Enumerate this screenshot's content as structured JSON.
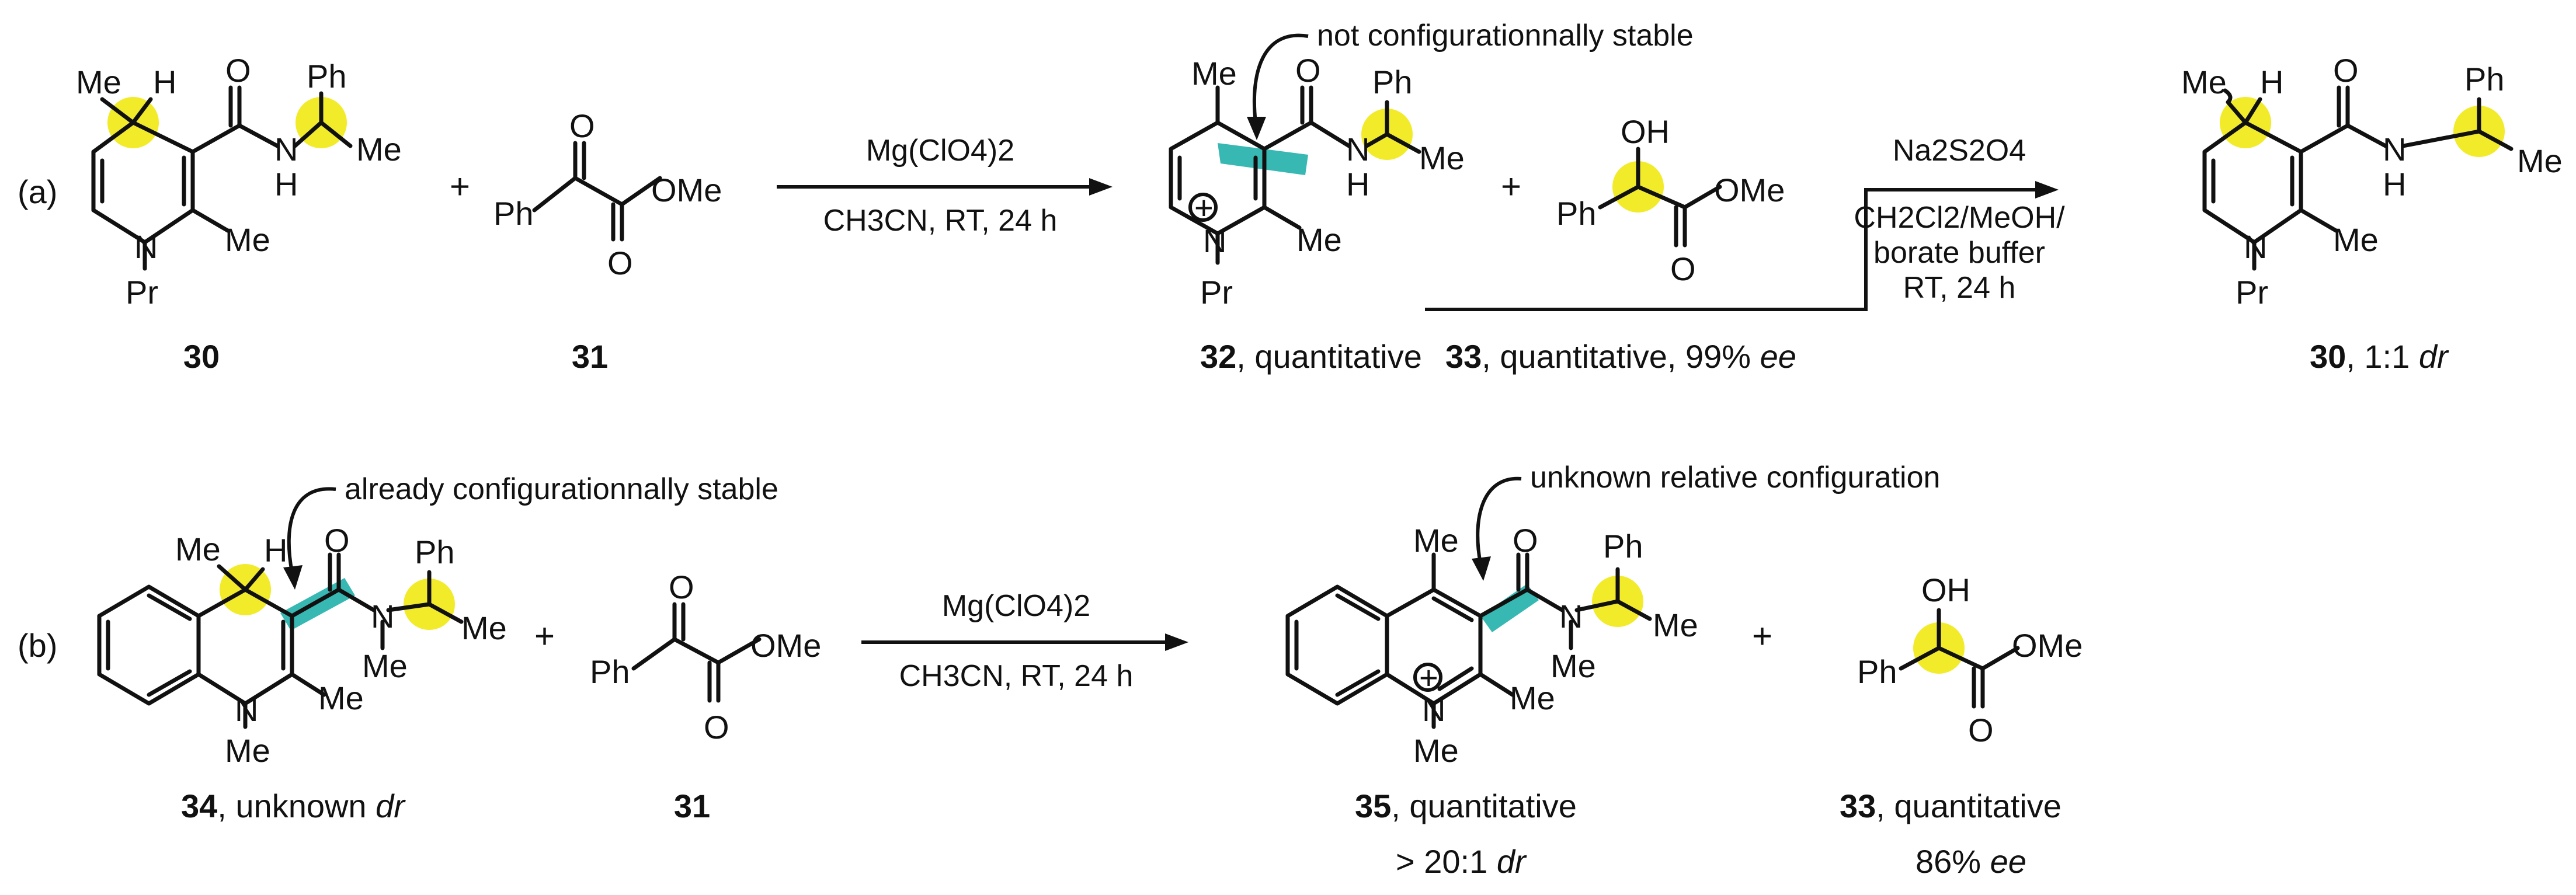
{
  "rows": {
    "a": {
      "tag": "(a)",
      "cmpd30": {
        "Me": "Me",
        "H": "H",
        "O": "O",
        "Ph": "Ph",
        "Me2": "Me",
        "NH_N": "N",
        "NH_H": "H",
        "ringMe": "Me",
        "N1": "N",
        "Pr": "Pr"
      },
      "label30": "30",
      "plus1": "+",
      "cmpd31": {
        "O1": "O",
        "OMe": "OMe",
        "Ph": "Ph",
        "O2": "O"
      },
      "label31": "31",
      "cond1_top": "Mg(ClO4)2",
      "cond1_bot": "CH3CN, RT, 24 h",
      "cmpd32": {
        "Me": "Me",
        "O": "O",
        "Ph": "Ph",
        "Me2": "Me",
        "NH_N": "N",
        "NH_H": "H",
        "ringMe": "Me",
        "N1": "N",
        "plus": "+",
        "Pr": "Pr"
      },
      "label32_num": "32",
      "label32_text": ", quantitative",
      "note32": "not configurationnally stable",
      "plus2": "+",
      "cmpd33": {
        "OH": "OH",
        "OMe": "OMe",
        "Ph": "Ph",
        "O": "O"
      },
      "label33_num": "33",
      "label33_text": ", quantitative, 99% ",
      "label33_ee": "ee",
      "cond2_top": "Na2S2O4",
      "cond2_l1": "CH2Cl2/MeOH/",
      "cond2_l2": "borate buffer",
      "cond2_l3": "RT, 24 h",
      "label30b_num": "30",
      "label30b_text": ", 1:1 ",
      "label30b_dr": "dr"
    },
    "b": {
      "tag": "(b)",
      "cmpd34": {
        "Me": "Me",
        "H": "H",
        "O": "O",
        "Ph": "Ph",
        "Me2": "Me",
        "N": "N",
        "NMe": "Me",
        "ringMe": "Me",
        "N1": "N",
        "N1Me": "Me"
      },
      "label34_num": "34",
      "label34_text": ", unknown ",
      "label34_dr": "dr",
      "note34": "already configurationnally stable",
      "plus1": "+",
      "cmpd31": {
        "O1": "O",
        "OMe": "OMe",
        "Ph": "Ph",
        "O2": "O"
      },
      "label31": "31",
      "cond_top": "Mg(ClO4)2",
      "cond_bot": "CH3CN, RT, 24 h",
      "cmpd35": {
        "Me": "Me",
        "O": "O",
        "Ph": "Ph",
        "Me2": "Me",
        "N": "N",
        "NMe": "Me",
        "ringMe": "Me",
        "N1": "N",
        "plus": "+",
        "N1Me": "Me"
      },
      "label35_num": "35",
      "label35_text": ", quantitative",
      "label35_sub": "> 20:1 ",
      "label35_dr": "dr",
      "note35": "unknown relative configuration",
      "plus2": "+",
      "cmpd33": {
        "OH": "OH",
        "OMe": "OMe",
        "Ph": "Ph",
        "O": "O"
      },
      "label33_num": "33",
      "label33_text": ", quantitative",
      "label33_sub": "86% ",
      "label33_ee": "ee"
    }
  }
}
